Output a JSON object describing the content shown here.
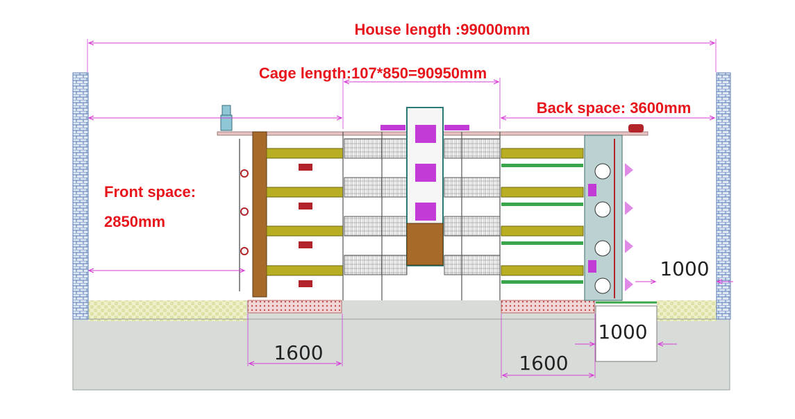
{
  "labels": {
    "house_length": "House length :99000mm",
    "cage_length": "Cage length:107*850=90950mm",
    "back_space": "Back space: 3600mm",
    "front_space_1": "Front space:",
    "front_space_2": "2850mm"
  },
  "dimensions": {
    "pit_front_width": "1600",
    "pit_back_width": "1600",
    "manure_pit_width": "1000",
    "manure_pit_depth": "1000"
  },
  "colors": {
    "label_red": "#e8141c",
    "dimension_magenta": "#d63cd6",
    "wall_blue": "#6f8fc2",
    "floor_grey": "#d8dcd9",
    "frame_olive": "#b8ae22",
    "drinker_green": "#3aa64a",
    "feeder_column": "#a86a2a",
    "crate_purple": "#c23bd6"
  }
}
